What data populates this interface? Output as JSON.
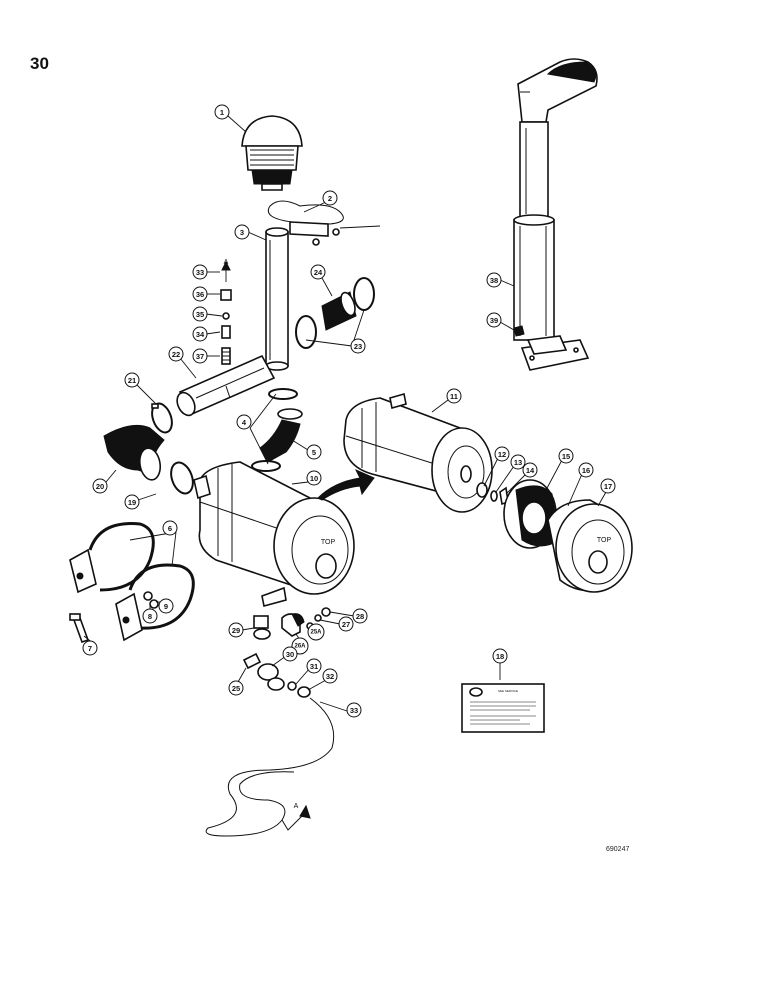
{
  "page_number": "30",
  "figure_id": "690247",
  "arrow_letter": "A",
  "decal_text_line": "SEE SERVICE",
  "callouts": [
    {
      "id": "c1",
      "label": "1"
    },
    {
      "id": "c2",
      "label": "2"
    },
    {
      "id": "c3",
      "label": "3"
    },
    {
      "id": "c4",
      "label": "4"
    },
    {
      "id": "c5",
      "label": "5"
    },
    {
      "id": "c6",
      "label": "6"
    },
    {
      "id": "c7",
      "label": "7"
    },
    {
      "id": "c8",
      "label": "8"
    },
    {
      "id": "c9",
      "label": "9"
    },
    {
      "id": "c10",
      "label": "10"
    },
    {
      "id": "c11",
      "label": "11"
    },
    {
      "id": "c12",
      "label": "12"
    },
    {
      "id": "c13",
      "label": "13"
    },
    {
      "id": "c14",
      "label": "14"
    },
    {
      "id": "c15",
      "label": "15"
    },
    {
      "id": "c16",
      "label": "16"
    },
    {
      "id": "c17",
      "label": "17"
    },
    {
      "id": "c18",
      "label": "18"
    },
    {
      "id": "c19",
      "label": "19"
    },
    {
      "id": "c20",
      "label": "20"
    },
    {
      "id": "c21",
      "label": "21"
    },
    {
      "id": "c22",
      "label": "22"
    },
    {
      "id": "c23",
      "label": "23"
    },
    {
      "id": "c24",
      "label": "24"
    },
    {
      "id": "c25",
      "label": "25"
    },
    {
      "id": "c25a",
      "label": "25A"
    },
    {
      "id": "c26a",
      "label": "26A"
    },
    {
      "id": "c27",
      "label": "27"
    },
    {
      "id": "c28",
      "label": "28"
    },
    {
      "id": "c29",
      "label": "29"
    },
    {
      "id": "c30",
      "label": "30"
    },
    {
      "id": "c31",
      "label": "31"
    },
    {
      "id": "c32",
      "label": "32"
    },
    {
      "id": "c33a",
      "label": "33"
    },
    {
      "id": "c33b",
      "label": "33"
    },
    {
      "id": "c34",
      "label": "34"
    },
    {
      "id": "c35",
      "label": "35"
    },
    {
      "id": "c36",
      "label": "36"
    },
    {
      "id": "c37",
      "label": "37"
    },
    {
      "id": "c38",
      "label": "38"
    },
    {
      "id": "c39",
      "label": "39"
    }
  ]
}
